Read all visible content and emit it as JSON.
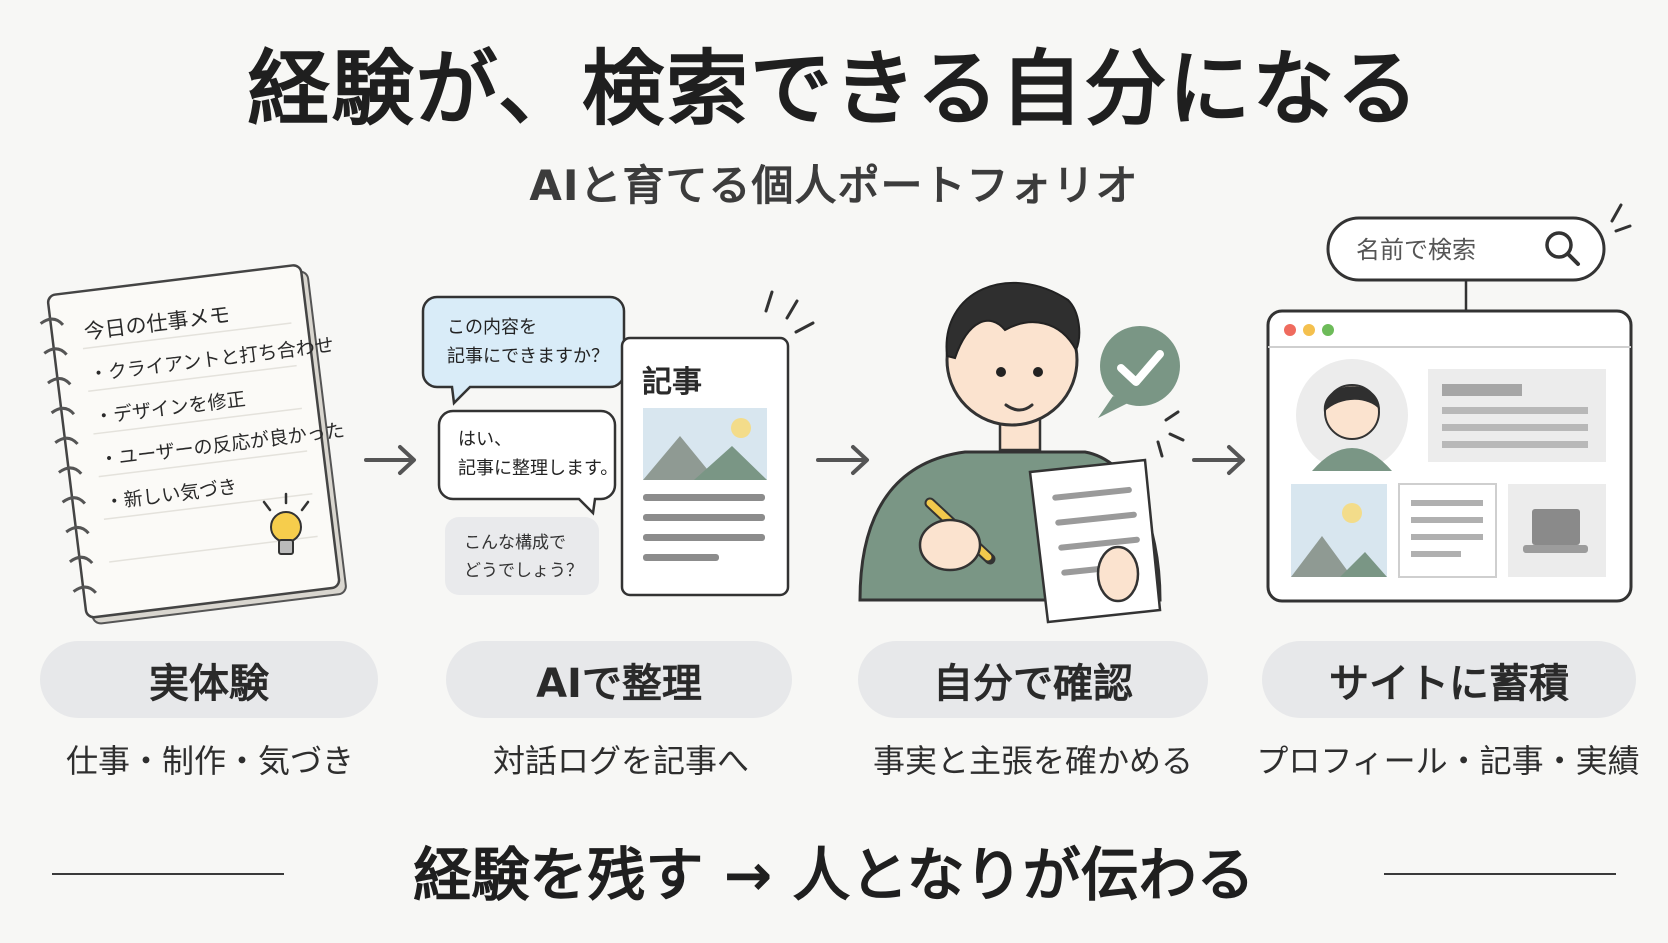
{
  "title": "経験が、検索できる自分になる",
  "subtitle": "AIと育てる個人ポートフォリオ",
  "notebook": {
    "heading": "今日の仕事メモ",
    "items": [
      "・クライアントと打ち合わせ",
      "・デザインを修正",
      "・ユーザーの反応が良かった",
      "・新しい気づき"
    ]
  },
  "chat": {
    "bubble1": [
      "この内容を",
      "記事にできますか？"
    ],
    "bubble2": [
      "はい、",
      "記事に整理します。"
    ],
    "bubble3": [
      "こんな構成で",
      "どうでしょう？"
    ],
    "doc_title": "記事"
  },
  "search": {
    "placeholder": "名前で検索"
  },
  "steps": [
    {
      "label": "実体験",
      "caption": "仕事・制作・気づき"
    },
    {
      "label": "AIで整理",
      "caption": "対話ログを記事へ"
    },
    {
      "label": "自分で確認",
      "caption": "事実と主張を確かめる"
    },
    {
      "label": "サイトに蓄積",
      "caption": "プロフィール・記事・実績"
    }
  ],
  "tagline": "経験を残す → 人となりが伝わる",
  "colors": {
    "accent_green": "#7a9685",
    "bubble_blue": "#d9ecf8",
    "pill_gray": "#e7e8ea"
  }
}
